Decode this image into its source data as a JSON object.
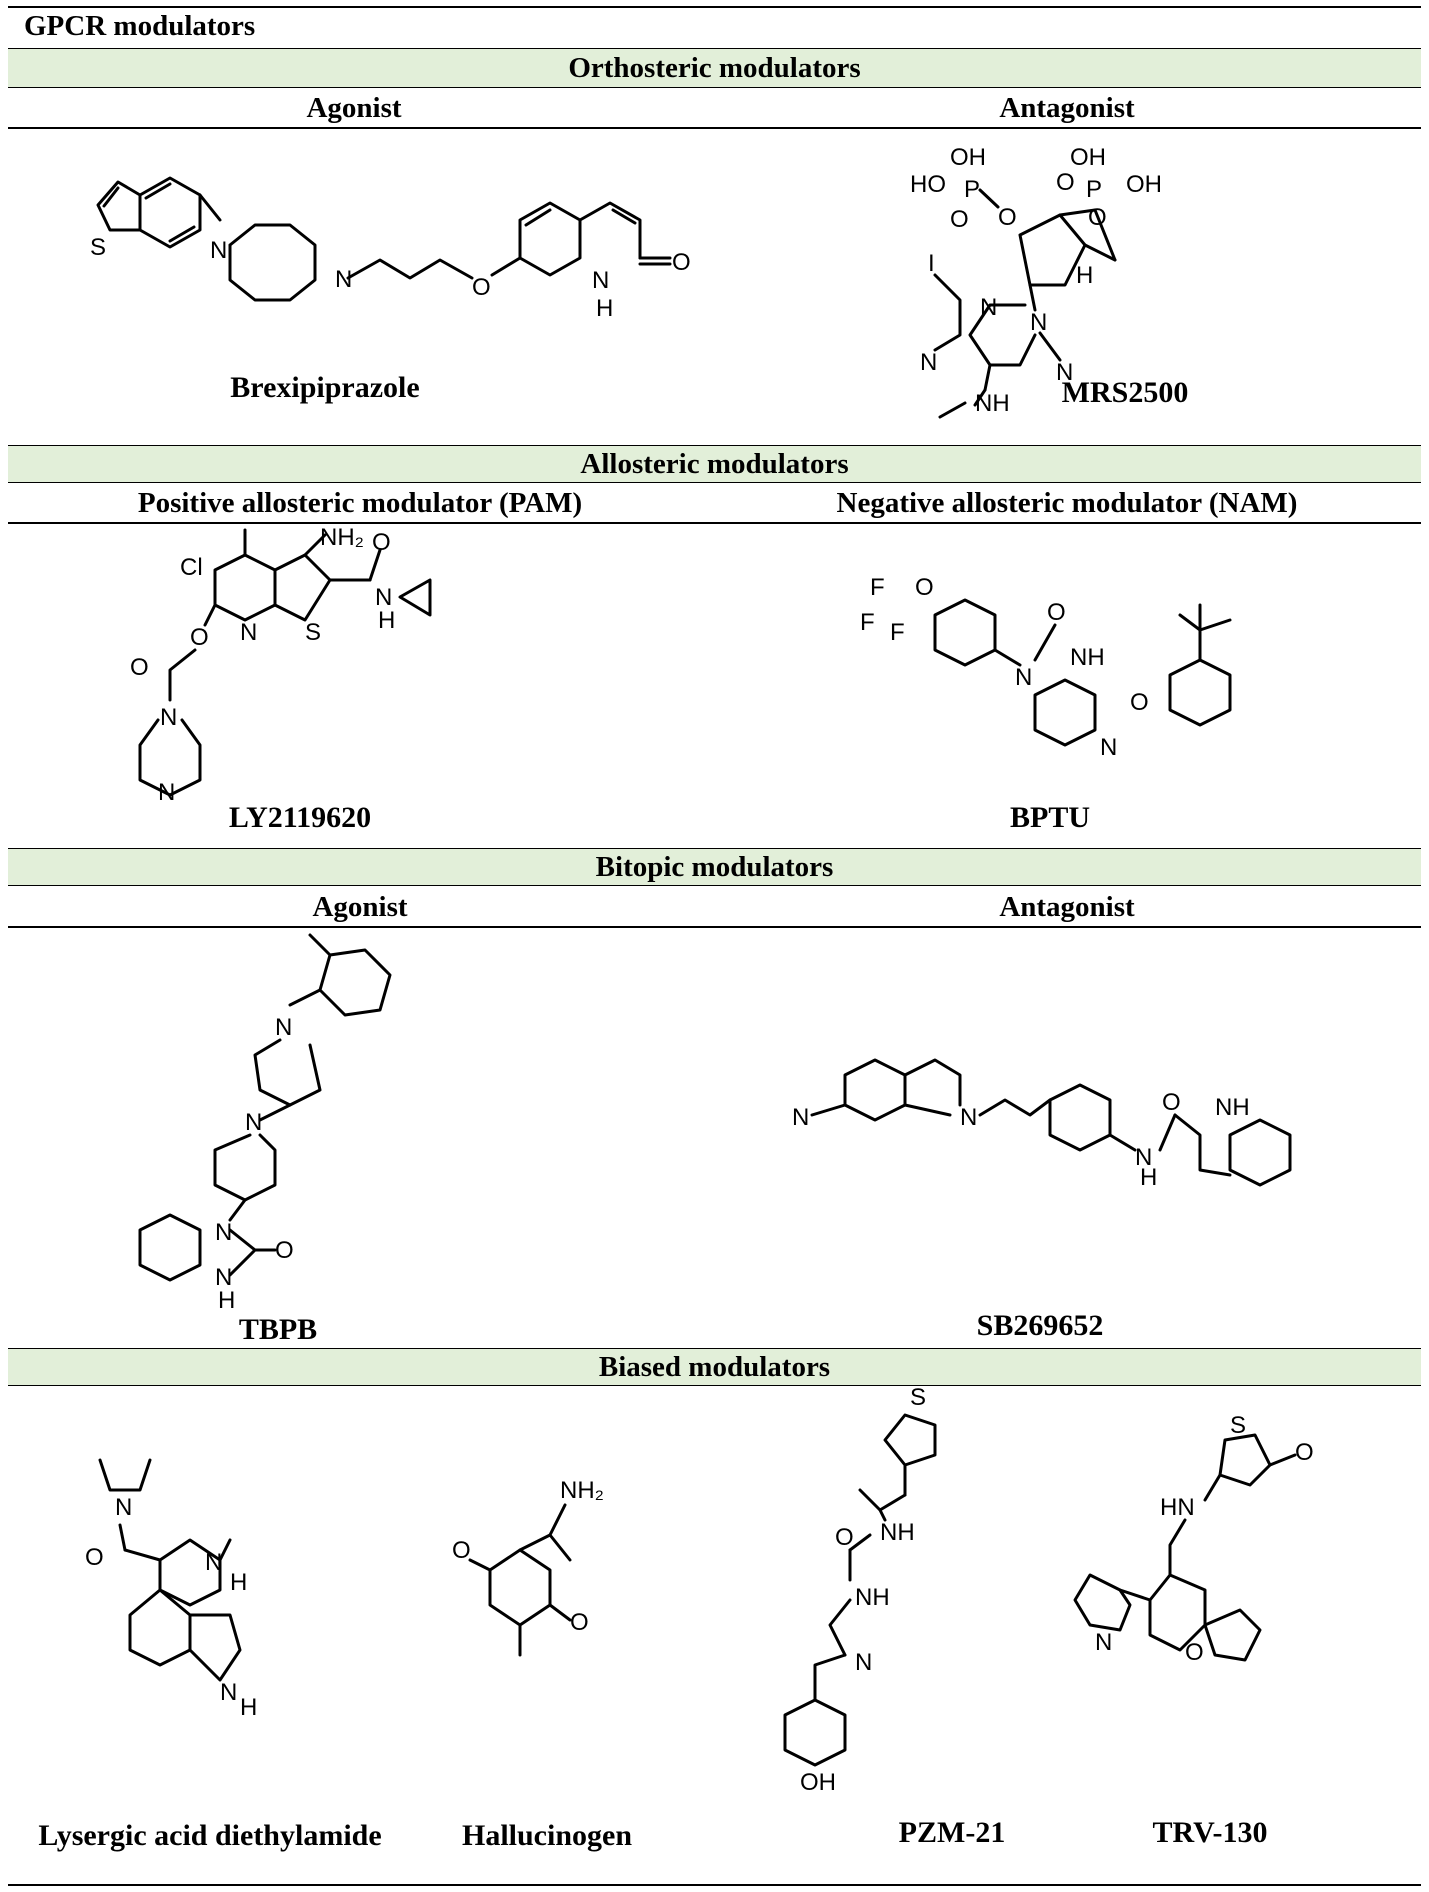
{
  "title": "GPCR modulators",
  "sections": {
    "orthosteric": {
      "header": "Orthosteric modulators",
      "left_col": "Agonist",
      "right_col": "Antagonist",
      "left_compound": "Brexipiprazole",
      "right_compound": "MRS2500"
    },
    "allosteric": {
      "header": "Allosteric modulators",
      "left_col": "Positive allosteric modulator (PAM)",
      "right_col": "Negative allosteric modulator (NAM)",
      "left_compound": "LY2119620",
      "right_compound": "BPTU"
    },
    "bitopic": {
      "header": "Bitopic modulators",
      "left_col": "Agonist",
      "right_col": "Antagonist",
      "left_compound": "TBPB",
      "right_compound": "SB269652"
    },
    "biased": {
      "header": "Biased modulators",
      "compounds": [
        "Lysergic acid diethylamide",
        "Hallucinogen",
        "PZM-21",
        "TRV-130"
      ]
    }
  },
  "atom_labels": {
    "S": "S",
    "N": "N",
    "O": "O",
    "NH": "NH",
    "H": "H",
    "I": "I",
    "Cl": "Cl",
    "F": "F",
    "HN": "HN",
    "OH": "OH",
    "HO": "HO",
    "P": "P",
    "NH2": "NH₂"
  }
}
